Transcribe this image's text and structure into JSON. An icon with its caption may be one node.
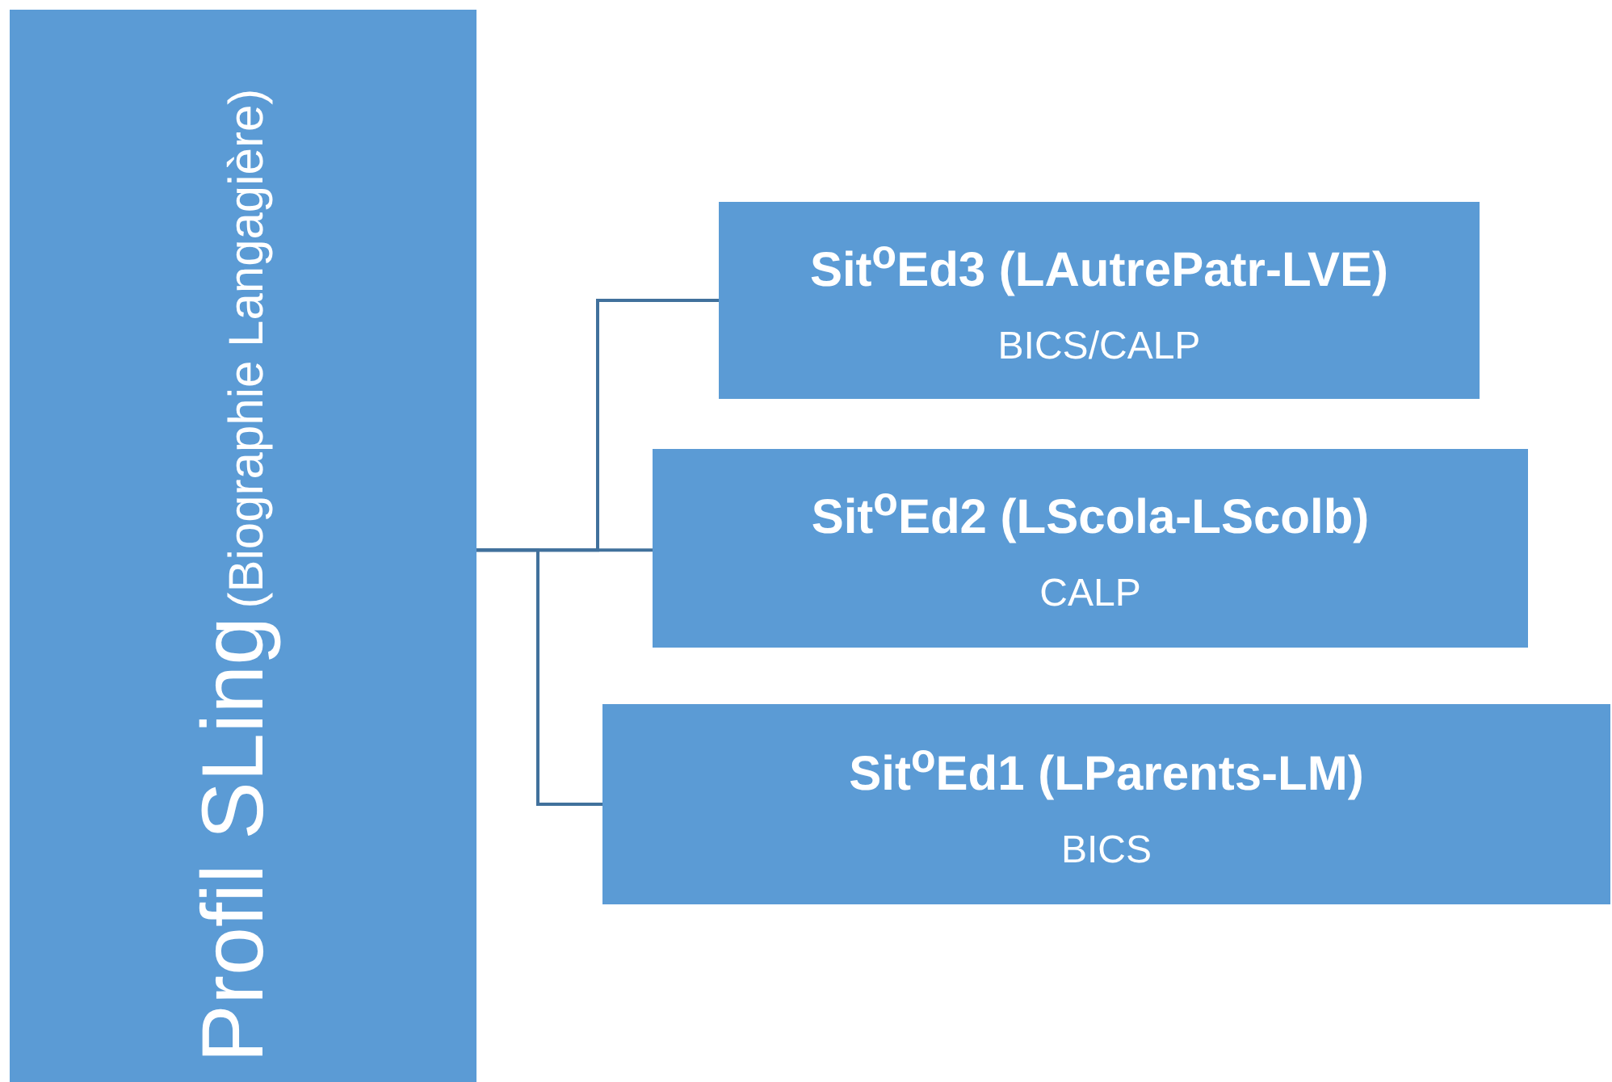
{
  "diagram": {
    "nodes": [
      {
        "text": [
          "Profil SLing",
          "(Biographie Langagière)"
        ]
      },
      {
        "text": [
          "Sit$^{o}$Ed3 (LAutrePatr-LVE)",
          "BICS/CALP"
        ]
      },
      {
        "text": [
          "Sit$^{o}$Ed2 (LScola-LScolb)",
          "CALP"
        ]
      },
      {
        "text": [
          "Sit$^{o}$Ed1 (LParents-LM)",
          "BICS"
        ]
      }
    ],
    "edges": [
      {
        "from": 0,
        "to": 1,
        "arrow": "none"
      },
      {
        "from": 0,
        "to": 2,
        "arrow": "none"
      },
      {
        "from": 0,
        "to": 3,
        "arrow": "none"
      }
    ]
  }
}
